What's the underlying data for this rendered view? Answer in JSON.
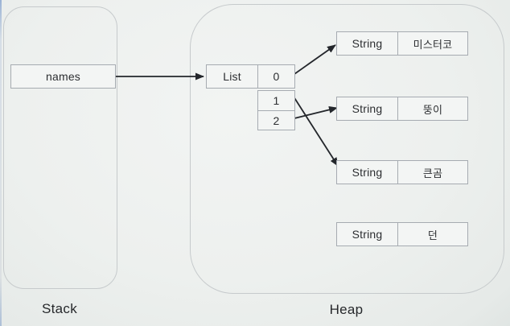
{
  "stack": {
    "label": "Stack",
    "variable": {
      "name": "names"
    }
  },
  "heap": {
    "label": "Heap",
    "list": {
      "type_label": "List",
      "cells": [
        {
          "index": "0"
        },
        {
          "index": "1"
        },
        {
          "index": "2"
        }
      ]
    },
    "strings": [
      {
        "type": "String",
        "value": "미스터코"
      },
      {
        "type": "String",
        "value": "뚱이"
      },
      {
        "type": "String",
        "value": "큰곰"
      },
      {
        "type": "String",
        "value": "던"
      }
    ]
  },
  "references": [
    {
      "from": "names",
      "to": "List"
    },
    {
      "from": "List[0]",
      "to": "미스터코"
    },
    {
      "from": "List[1]",
      "to": "큰곰"
    },
    {
      "from": "List[2]",
      "to": "뚱이"
    }
  ],
  "colors": {
    "background": "#edf0ee",
    "container_border": "#c6cacc",
    "box_border": "#a6abb1",
    "text": "#2c2e31",
    "arrow": "#23262b"
  }
}
